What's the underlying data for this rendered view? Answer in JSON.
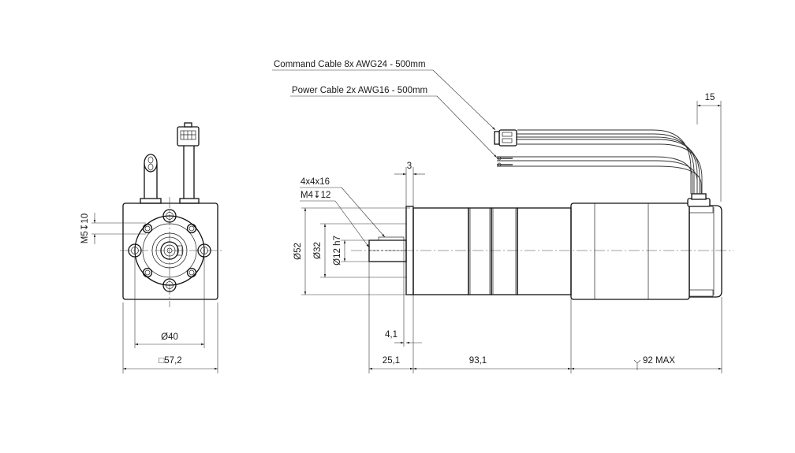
{
  "labels": {
    "command_cable": "Command Cable 8x AWG24 - 500mm",
    "power_cable": "Power Cable 2x AWG16 - 500mm",
    "thread_m5": "M5↧10",
    "dia_40": "Ø40",
    "square_57": "□57,2",
    "key": "4x4x16",
    "thread_m4": "M4↧12",
    "dia_52": "Ø52",
    "dia_32": "Ø32",
    "dia_12": "Ø12 h7",
    "dim_3": "3",
    "dim_15": "15",
    "dim_4_1": "4,1",
    "dim_25_1": "25,1",
    "dim_93_1": "93,1",
    "dim_92max": "92 MAX"
  }
}
